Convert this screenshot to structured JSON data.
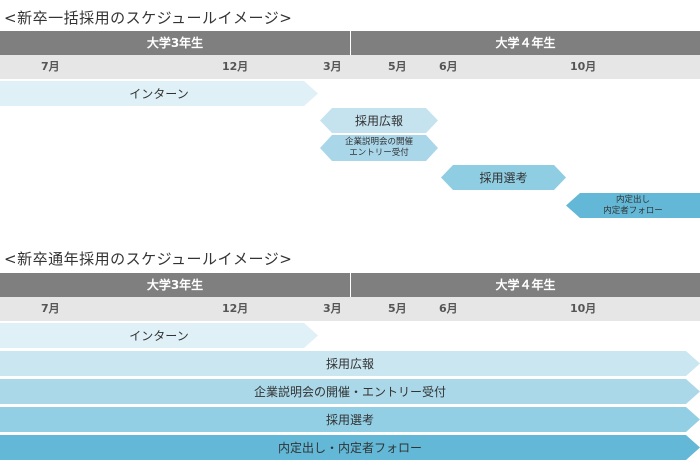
{
  "section1": {
    "title": "<新卒一括採用のスケジュールイメージ>",
    "header": {
      "year3": "大学3年生",
      "year4": "大学４年生"
    },
    "months": [
      "7月",
      "12月",
      "3月",
      "5月",
      "6月",
      "10月"
    ],
    "steps": [
      {
        "label": "インターン",
        "color": "#dff0f6"
      },
      {
        "label": "採用広報",
        "color": "#c4e3ef"
      },
      {
        "label_line1": "企業説明会の開催",
        "label_line2": "エントリー受付",
        "color": "#a9d6e8"
      },
      {
        "label": "採用選考",
        "color": "#8ecde2"
      },
      {
        "label_line1": "内定出し",
        "label_line2": "内定者フォロー",
        "color": "#62b8d6"
      }
    ]
  },
  "section2": {
    "title": "<新卒通年採用のスケジュールイメージ>",
    "header": {
      "year3": "大学3年生",
      "year4": "大学４年生"
    },
    "months": [
      "7月",
      "12月",
      "3月",
      "5月",
      "6月",
      "10月"
    ],
    "steps": [
      {
        "label": "インターン",
        "color": "#dff0f6"
      },
      {
        "label": "採用広報",
        "color": "#c9e6f1"
      },
      {
        "label": "企業説明会の開催・エントリー受付",
        "color": "#abd8e9"
      },
      {
        "label": "採用選考",
        "color": "#93cfe4"
      },
      {
        "label": "内定出し・内定者フォロー",
        "color": "#62b8d6"
      }
    ]
  },
  "colors": {
    "header": "#7f7f7f",
    "month_row": "#e6e6e6"
  }
}
